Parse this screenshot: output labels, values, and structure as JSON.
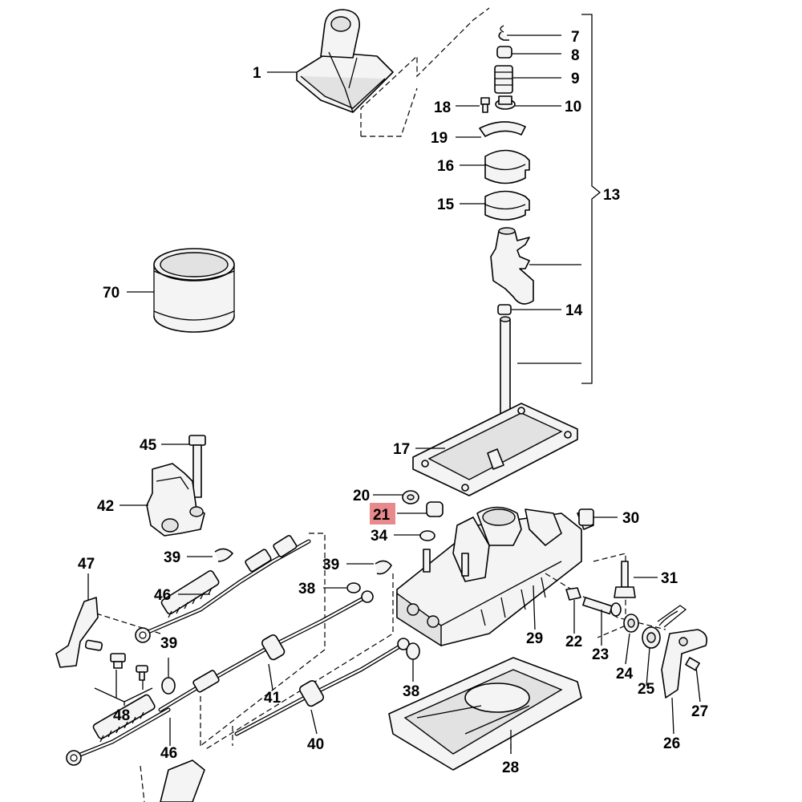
{
  "labels": [
    {
      "id": "1",
      "text": "1"
    },
    {
      "id": "7",
      "text": "7"
    },
    {
      "id": "8",
      "text": "8"
    },
    {
      "id": "9",
      "text": "9"
    },
    {
      "id": "10",
      "text": "10"
    },
    {
      "id": "18",
      "text": "18"
    },
    {
      "id": "19",
      "text": "19"
    },
    {
      "id": "16",
      "text": "16"
    },
    {
      "id": "15",
      "text": "15"
    },
    {
      "id": "13",
      "text": "13"
    },
    {
      "id": "14",
      "text": "14"
    },
    {
      "id": "70",
      "text": "70"
    },
    {
      "id": "17",
      "text": "17"
    },
    {
      "id": "45",
      "text": "45"
    },
    {
      "id": "42",
      "text": "42"
    },
    {
      "id": "20",
      "text": "20"
    },
    {
      "id": "21",
      "text": "21"
    },
    {
      "id": "34",
      "text": "34"
    },
    {
      "id": "30",
      "text": "30"
    },
    {
      "id": "39a",
      "text": "39"
    },
    {
      "id": "39b",
      "text": "39"
    },
    {
      "id": "39c",
      "text": "39"
    },
    {
      "id": "47",
      "text": "47"
    },
    {
      "id": "46a",
      "text": "46"
    },
    {
      "id": "46b",
      "text": "46"
    },
    {
      "id": "38a",
      "text": "38"
    },
    {
      "id": "38b",
      "text": "38"
    },
    {
      "id": "31",
      "text": "31"
    },
    {
      "id": "22",
      "text": "22"
    },
    {
      "id": "23",
      "text": "23"
    },
    {
      "id": "24",
      "text": "24"
    },
    {
      "id": "25",
      "text": "25"
    },
    {
      "id": "27",
      "text": "27"
    },
    {
      "id": "26",
      "text": "26"
    },
    {
      "id": "29",
      "text": "29"
    },
    {
      "id": "41",
      "text": "41"
    },
    {
      "id": "40",
      "text": "40"
    },
    {
      "id": "48",
      "text": "48"
    },
    {
      "id": "28",
      "text": "28"
    }
  ],
  "highlight": {
    "label_id": "21",
    "color": "#e8898c"
  }
}
